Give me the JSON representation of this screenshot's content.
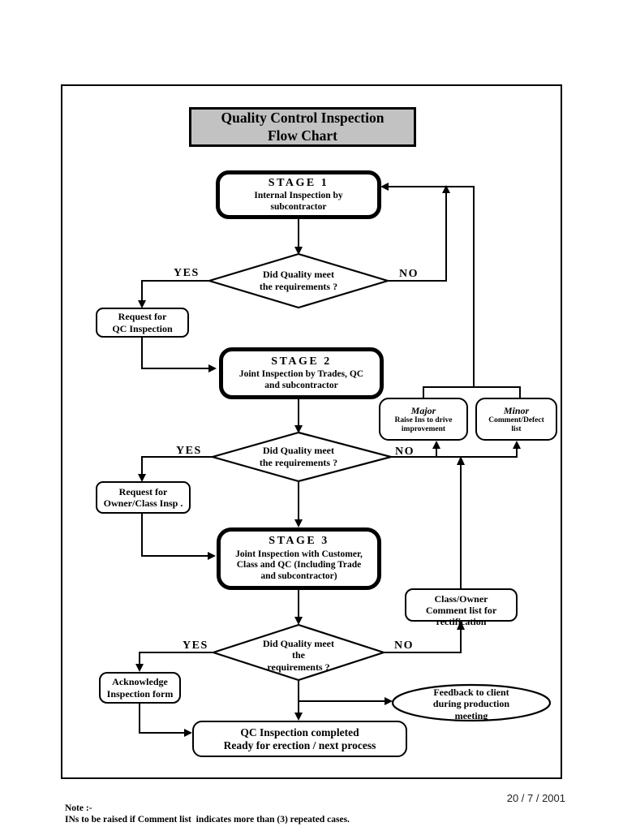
{
  "page": {
    "title_line1": "Quality Control Inspection",
    "title_line2": "Flow Chart",
    "date": "20 / 7 / 2001",
    "note_heading": "Note :-",
    "note_body": "INs to be raised if Comment list  indicates more than (3) repeated cases."
  },
  "colors": {
    "title_bg": "#c2c2c2",
    "line": "#000000",
    "paper": "#ffffff"
  },
  "nodes": {
    "stage1": {
      "title": "STAGE 1",
      "line1": "Internal Inspection by",
      "line2": "subcontractor"
    },
    "decision1": {
      "line1": "Did Quality meet",
      "line2": "the requirements ?"
    },
    "request_qc": {
      "line1": "Request for",
      "line2": "QC Inspection"
    },
    "stage2": {
      "title": "STAGE 2",
      "line1": "Joint Inspection by Trades, QC",
      "line2": "and subcontractor"
    },
    "major": {
      "title": "Major",
      "line1": "Raise Ins to drive",
      "line2": "improvement"
    },
    "minor": {
      "title": "Minor",
      "line1": "Comment/Defect",
      "line2": "list"
    },
    "decision2": {
      "line1": "Did Quality meet",
      "line2": "the requirements ?"
    },
    "request_owner": {
      "line1": "Request for",
      "line2": "Owner/Class Insp ."
    },
    "stage3": {
      "title": "STAGE 3",
      "line1": "Joint Inspection with Customer,",
      "line2": "Class and QC (Including Trade",
      "line3": "and subcontractor)"
    },
    "class_owner": {
      "line1": "Class/Owner",
      "line2": "Comment list for",
      "line3": "rectification"
    },
    "decision3": {
      "line1": "Did Quality meet",
      "line2": "the",
      "line3": "requirements ?"
    },
    "acknowledge": {
      "line1": "Acknowledge",
      "line2": "Inspection form"
    },
    "feedback": {
      "line1": "Feedback to client",
      "line2": "during production",
      "line3": "meeting"
    },
    "complete": {
      "line1": "QC Inspection completed",
      "line2": "Ready for erection / next process"
    }
  },
  "labels": {
    "yes1": "YES",
    "no1": "NO",
    "yes2": "YES",
    "no2": "NO",
    "yes3": "YES",
    "no3": "NO"
  }
}
